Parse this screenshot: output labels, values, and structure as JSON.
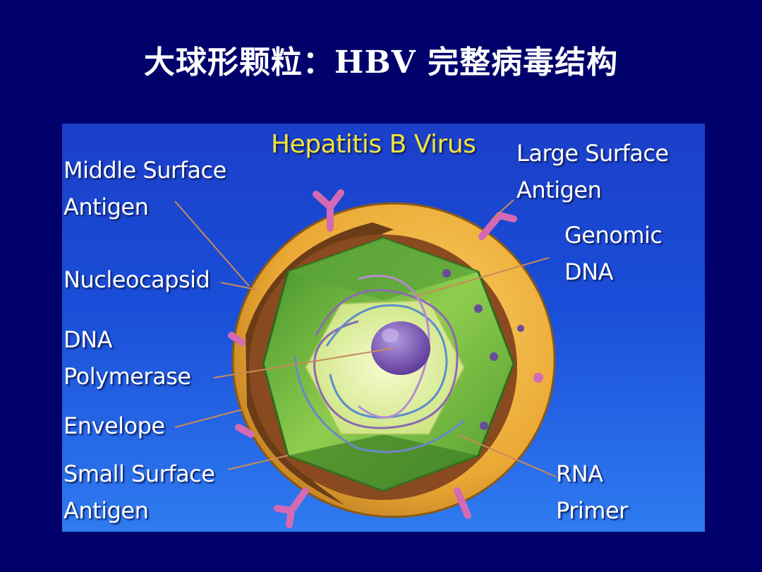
{
  "title": "大球形颗粒：HBV 完整病毒结构",
  "diagram": {
    "heading": "Hepatitis B Virus",
    "labels": {
      "middle_surface_antigen": [
        "Middle Surface",
        "Antigen"
      ],
      "nucleocapsid": "Nucleocapsid",
      "dna_polymerase": [
        "DNA",
        "Polymerase"
      ],
      "envelope": "Envelope",
      "small_surface_antigen": [
        "Small Surface",
        "Antigen"
      ],
      "large_surface_antigen": [
        "Large Surface",
        "Antigen"
      ],
      "genomic_dna": [
        "Genomic",
        "DNA"
      ],
      "rna_primer": [
        "RNA",
        "Primer"
      ]
    },
    "colors": {
      "background": "#00006b",
      "envelope": "#f0b43a",
      "capsid": "#7bc143",
      "core": "#e9f3a8",
      "polymerase": "#7b4fb8",
      "spike": "#d46ab3",
      "heading": "#f2e33a"
    }
  }
}
